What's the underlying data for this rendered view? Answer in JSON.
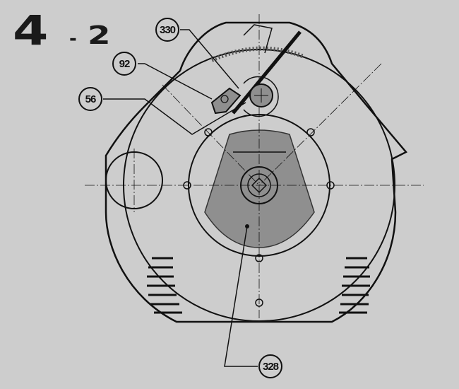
{
  "figure": {
    "number": "4",
    "separator": "-",
    "sub": "2"
  },
  "callouts": [
    {
      "id": "330",
      "label": "330"
    },
    {
      "id": "92",
      "label": "92"
    },
    {
      "id": "56",
      "label": "56"
    },
    {
      "id": "328",
      "label": "328"
    }
  ],
  "colors": {
    "background": "#cdcdcd",
    "ink": "#111111",
    "rotor": "#8f8f8f"
  }
}
